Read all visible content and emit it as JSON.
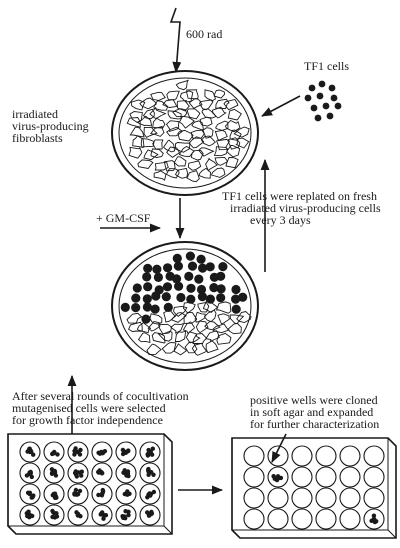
{
  "labels": {
    "irradiation": "600 rad",
    "tf1_cells": "TF1 cells",
    "fibroblasts": [
      "irradiated",
      "virus-producing",
      "fibroblasts"
    ],
    "gmcsf": "+ GM-CSF",
    "replated": [
      "TF1 cells were replated on fresh",
      "irradiated virus-producing cells",
      "every 3 days"
    ],
    "selection": [
      "After several rounds of cocultivation",
      "mutagenised cells were selected",
      "for growth factor independence"
    ],
    "cloned": [
      "positive wells were cloned",
      "in soft agar and expanded",
      "for further characterization"
    ]
  },
  "colors": {
    "ink": "#1a1a1a",
    "paper": "#ffffff"
  },
  "plate1": {
    "rows": 4,
    "cols": 6,
    "filled_wells": "all"
  },
  "plate2": {
    "rows": 4,
    "cols": 6,
    "filled_wells": [
      [
        1,
        1
      ],
      [
        3,
        5
      ]
    ]
  }
}
